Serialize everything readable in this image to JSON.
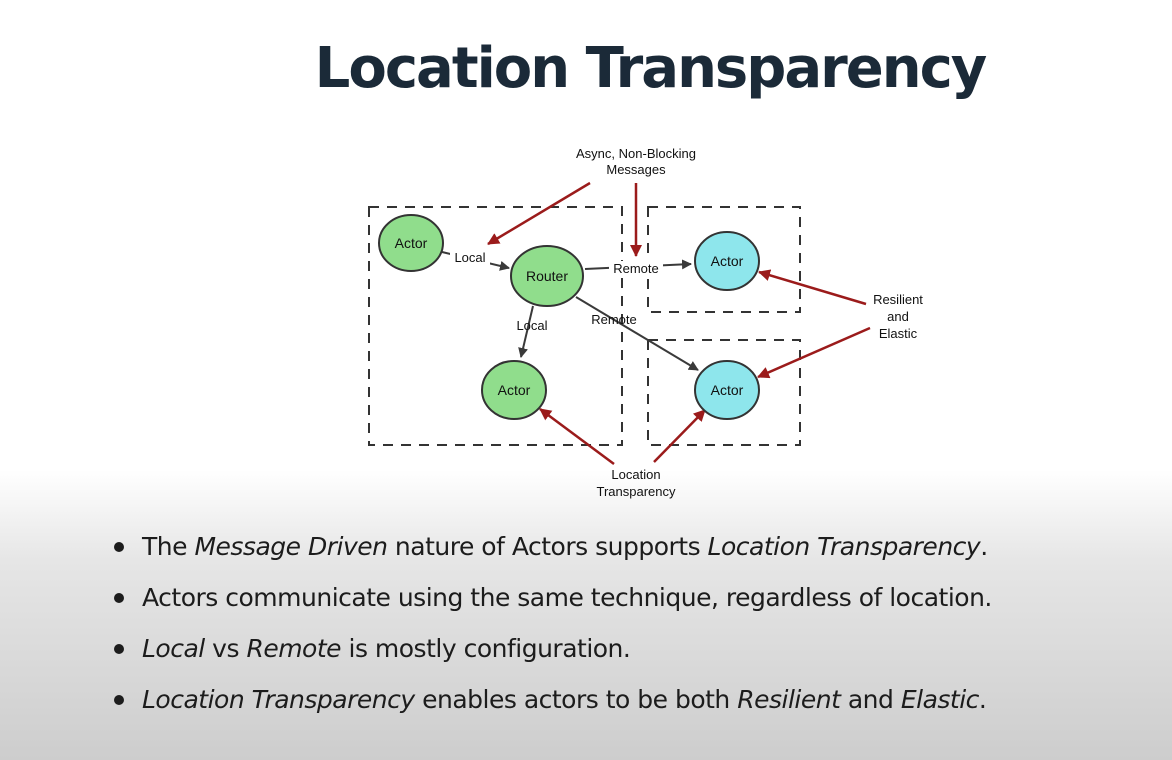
{
  "slide": {
    "title": "Location Transparency"
  },
  "diagram": {
    "nodes": {
      "local_actor_top": "Actor",
      "router": "Router",
      "local_actor_bottom": "Actor",
      "remote_actor_top": "Actor",
      "remote_actor_bottom": "Actor"
    },
    "edge_labels": {
      "local_top": "Local",
      "local_down": "Local",
      "remote_top": "Remote",
      "remote_bottom": "Remote"
    },
    "annotations": {
      "async_line1": "Async, Non-Blocking",
      "async_line2": "Messages",
      "resilient_line1": "Resilient",
      "resilient_line2": "and",
      "resilient_line3": "Elastic",
      "location_line1": "Location",
      "location_line2": "Transparency"
    },
    "colors": {
      "local_node_fill": "#90dd8c",
      "remote_node_fill": "#8ee6ec",
      "annotation_arrow": "#9b1b1b",
      "message_arrow": "#3a3a3a"
    }
  },
  "bullets": [
    {
      "p1": "The ",
      "i1": "Message Driven",
      "p2": " nature of Actors supports ",
      "i2": "Location Transparency",
      "p3": "."
    },
    {
      "p1": "Actors communicate using the same technique, regardless of location."
    },
    {
      "i1": "Local",
      "p2": " vs ",
      "i2": "Remote",
      "p3": " is mostly configuration."
    },
    {
      "i1": "Location Transparency",
      "p2": " enables actors to be both ",
      "i2": "Resilient",
      "p3": " and ",
      "i4": "Elastic",
      "p5": "."
    }
  ]
}
